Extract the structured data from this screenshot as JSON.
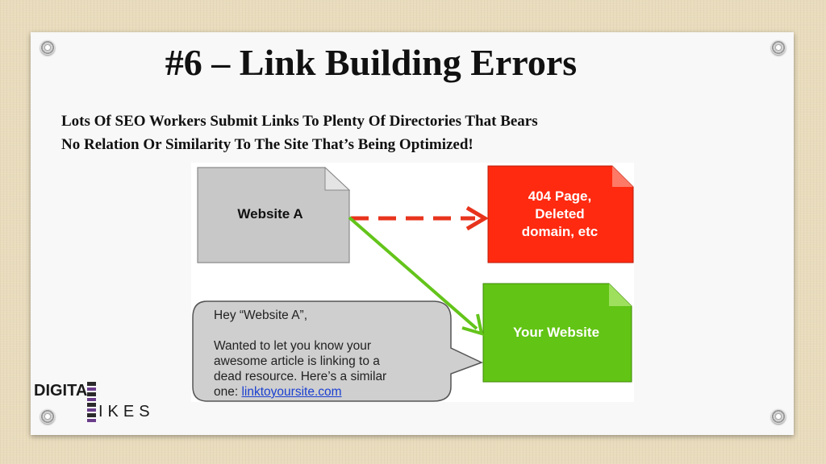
{
  "slide": {
    "title": "#6 – Link Building Errors",
    "subtitle_line1": "Lots Of SEO Workers Submit Links To Plenty Of Directories That Bears",
    "subtitle_line2": "No Relation Or Similarity To The Site That’s Being Optimized!"
  },
  "diagram": {
    "website_a": "Website A",
    "error_box_line1": "404 Page,",
    "error_box_line2": "Deleted",
    "error_box_line3": "domain, etc",
    "your_website": "Your Website",
    "bubble_greeting": "Hey “Website A”,",
    "bubble_line1": "Wanted to let you know your",
    "bubble_line2": "awesome article is linking to a",
    "bubble_line3": "dead resource. Here’s a similar",
    "bubble_line4_prefix": "one: ",
    "bubble_link": "linktoyoursite.com",
    "colors": {
      "website_a_box": "#c8c8c8",
      "error_box": "#ff2a10",
      "your_website_box": "#62c414",
      "dashed_arrow": "#e8331c",
      "green_arrow": "#63c41a",
      "bubble": "#cfcfcf"
    }
  },
  "logo": {
    "top": "DIGITA",
    "bottom": "IKES"
  }
}
